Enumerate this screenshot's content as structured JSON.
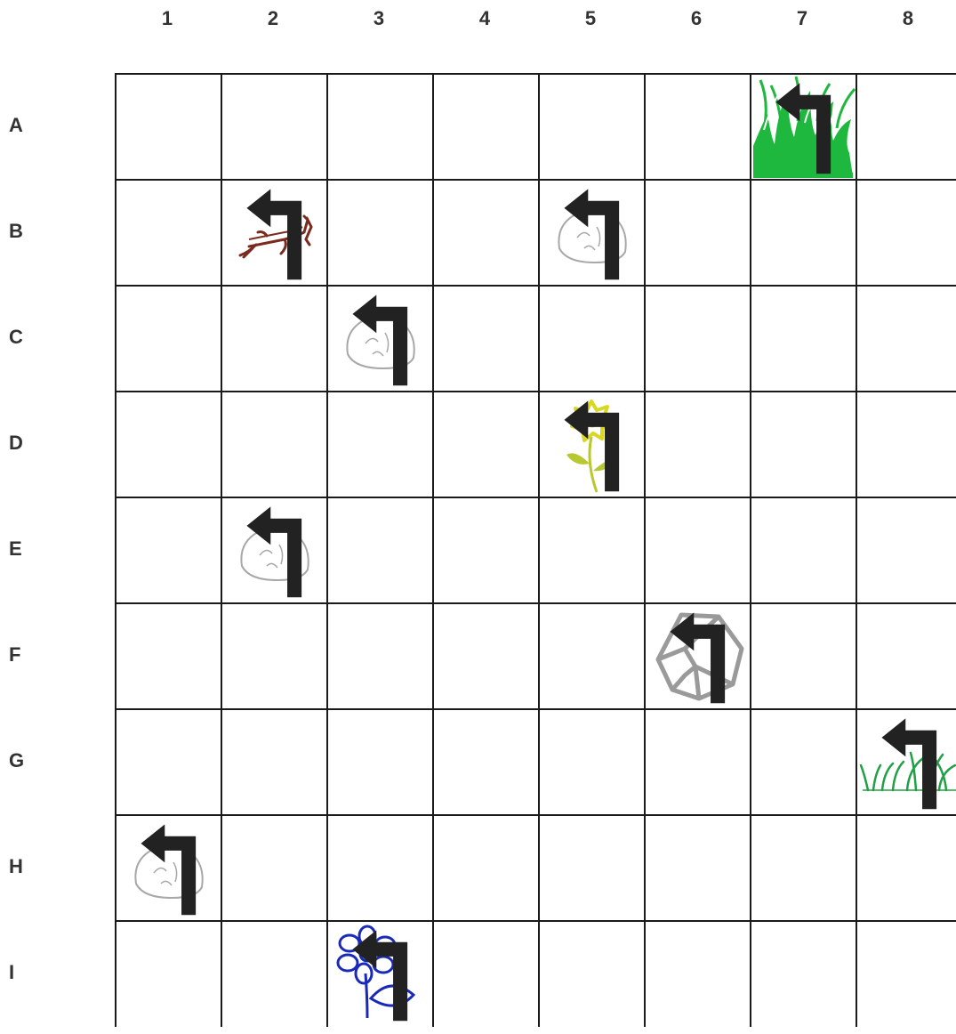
{
  "board": {
    "columns": [
      "1",
      "2",
      "3",
      "4",
      "5",
      "6",
      "7",
      "8"
    ],
    "rows": [
      "A",
      "B",
      "C",
      "D",
      "E",
      "F",
      "G",
      "H",
      "I"
    ],
    "colors": {
      "grid_line": "#1a1a1a",
      "label": "#333333",
      "tall_grass": "#1db83d",
      "small_grass": "#22a046",
      "animal": "#7a2a1e",
      "pebble": "#a8a8a8",
      "boulder": "#9a9a9a",
      "yellow_flower": "#d8d820",
      "yellow_flower_stem": "#b8c830",
      "blue_flower": "#1a2ab8"
    },
    "items": [
      {
        "row": "A",
        "col": "7",
        "kind": "tall-grass",
        "icon": "tall-grass-icon"
      },
      {
        "row": "B",
        "col": "2",
        "kind": "animal",
        "icon": "animal-icon"
      },
      {
        "row": "B",
        "col": "5",
        "kind": "pebble",
        "icon": "pebble-icon"
      },
      {
        "row": "C",
        "col": "3",
        "kind": "pebble",
        "icon": "pebble-icon"
      },
      {
        "row": "D",
        "col": "5",
        "kind": "yellow-flower",
        "icon": "yellow-flower-icon"
      },
      {
        "row": "E",
        "col": "2",
        "kind": "pebble",
        "icon": "pebble-icon"
      },
      {
        "row": "F",
        "col": "6",
        "kind": "boulder",
        "icon": "boulder-icon"
      },
      {
        "row": "G",
        "col": "8",
        "kind": "small-grass",
        "icon": "small-grass-icon"
      },
      {
        "row": "H",
        "col": "1",
        "kind": "pebble",
        "icon": "pebble-icon"
      },
      {
        "row": "I",
        "col": "3",
        "kind": "blue-flower",
        "icon": "blue-flower-icon"
      }
    ]
  }
}
